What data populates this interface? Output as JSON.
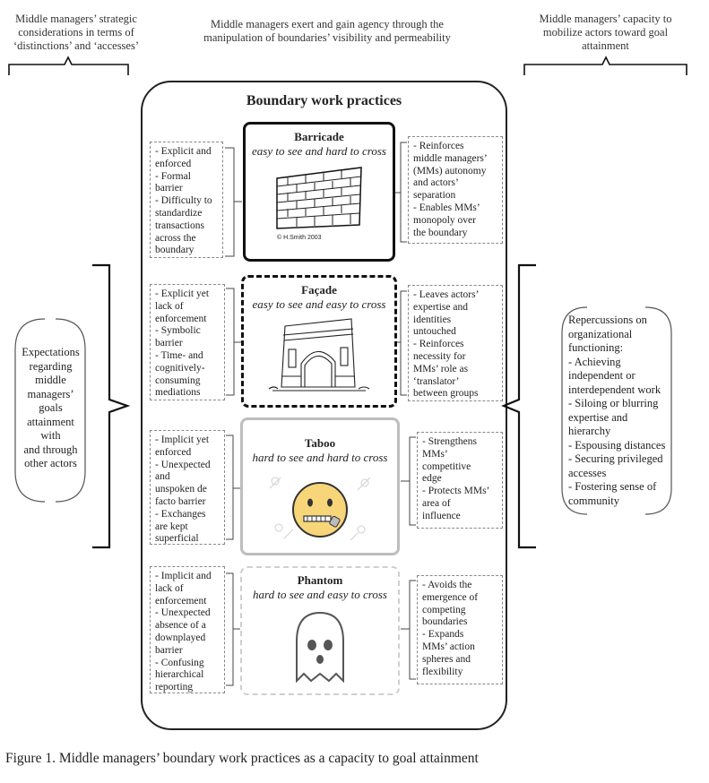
{
  "headers": {
    "left": "Middle managers’ strategic\nconsiderations in terms of\n‘distinctions’ and ‘accesses’",
    "center": "Middle managers exert and gain agency through the\nmanipulation of boundaries’ visibility and permeability",
    "right": "Middle managers’ capacity to\nmobilize actors toward goal\nattainment"
  },
  "frame_title": "Boundary work practices",
  "practices": [
    {
      "name": "Barricade",
      "subtitle": "easy to see and hard to cross",
      "image": "brick-wall-icon",
      "image_credit": "© H.Smith 2003",
      "left": "- Explicit and\nenforced\n- Formal\nbarrier\n- Difficulty to\nstandardize\ntransactions\nacross the\nboundary",
      "right": "- Reinforces\nmiddle managers’\n(MMs) autonomy\nand actors’\nseparation\n- Enables MMs’\nmonopoly over\nthe boundary"
    },
    {
      "name": "Façade",
      "subtitle": "easy to see and easy to cross",
      "image": "arc-de-triomphe-icon",
      "left": "- Explicit yet\nlack of\nenforcement\n- Symbolic\nbarrier\n- Time- and\ncognitively-\nconsuming\nmediations",
      "right": "- Leaves actors’\nexpertise and\nidentities\nuntouched\n- Reinforces\nnecessity for\nMMs’ role as\n‘translator’\nbetween groups"
    },
    {
      "name": "Taboo",
      "subtitle": "hard to see and hard to cross",
      "image": "zipper-mouth-face-icon",
      "left": "- Implicit yet\nenforced\n- Unexpected\nand\nunspoken de\nfacto barrier\n- Exchanges\nare kept\nsuperficial",
      "right": "- Strengthens\nMMs’\ncompetitive\nedge\n- Protects MMs’\narea of\ninfluence"
    },
    {
      "name": "Phantom",
      "subtitle": "hard to see and easy to cross",
      "image": "ghost-icon",
      "left": "- Implicit and\nlack of\nenforcement\n- Unexpected\nabsence of a\ndownplayed\nbarrier\n- Confusing\nhierarchical\nreporting",
      "right": "- Avoids the\nemergence of\ncompeting\nboundaries\n- Expands\nMMs’ action\nspheres and\nflexibility"
    }
  ],
  "left_oval": "Expectations\nregarding\nmiddle\nmanagers’\ngoals\nattainment with\nand through\nother actors",
  "right_oval": "Repercussions on\norganizational\nfunctioning:\n- Achieving\nindependent or\ninterdependent work\n- Siloing or blurring\nexpertise and\nhierarchy\n- Espousing distances\n- Securing privileged\naccesses\n- Fostering sense of\ncommunity",
  "caption": "Figure 1. Middle managers’ boundary work practices as a capacity to goal attainment"
}
